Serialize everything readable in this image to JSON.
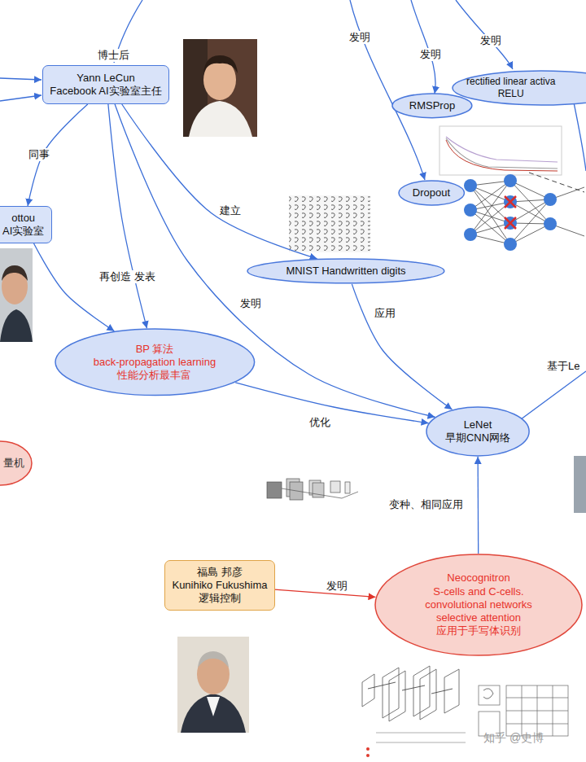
{
  "diagram": {
    "nodes": [
      {
        "text": [
          "Yann LeCun",
          "Facebook AI实验室主任"
        ]
      },
      {
        "text": [
          "rectified linear activa",
          "RELU"
        ]
      },
      {
        "text": [
          "RMSProp"
        ]
      },
      {
        "text": [
          "Dropout"
        ]
      },
      {
        "text": [
          "ottou",
          "AI实验室"
        ]
      },
      {
        "text": [
          "MNIST Handwritten digits"
        ]
      },
      {
        "text": [
          "BP 算法",
          "back-propagation learning",
          "性能分析最丰富"
        ]
      },
      {
        "text": [
          "量机"
        ]
      },
      {
        "text": [
          "LeNet",
          "早期CNN网络"
        ]
      },
      {
        "text": [
          "福島 邦彦",
          "Kunihiko Fukushima",
          "逻辑控制"
        ]
      },
      {
        "text": [
          "Neocognitron",
          "S-cells and C-cells.",
          "convolutional networks",
          "selective attention",
          "应用于手写体识别"
        ]
      }
    ],
    "edges": [
      {
        "from": 0,
        "to": 4,
        "label": "同事",
        "arrow": "to"
      },
      {
        "from": 0,
        "to": 6,
        "label": "再创造 发表",
        "arrow": "to"
      },
      {
        "from": 4,
        "to": 6,
        "arrow": "to"
      },
      {
        "from": 0,
        "to": 5,
        "label": "建立",
        "arrow": "to"
      },
      {
        "from": 0,
        "to": 8,
        "label": "发明",
        "arrow": "to"
      },
      {
        "from": 5,
        "to": 8,
        "label": "应用",
        "arrow": "to"
      },
      {
        "from": 6,
        "to": 8,
        "label": "优化",
        "arrow": "to"
      },
      {
        "from": 10,
        "to": 8,
        "label": "变种、相同应用",
        "arrow": "to"
      },
      {
        "from": 9,
        "to": 10,
        "label": "发明",
        "arrow": "to"
      }
    ],
    "labels": [
      "博士后",
      "发明",
      "发明",
      "发明",
      "基于Le",
      "知乎 @史博"
    ]
  }
}
